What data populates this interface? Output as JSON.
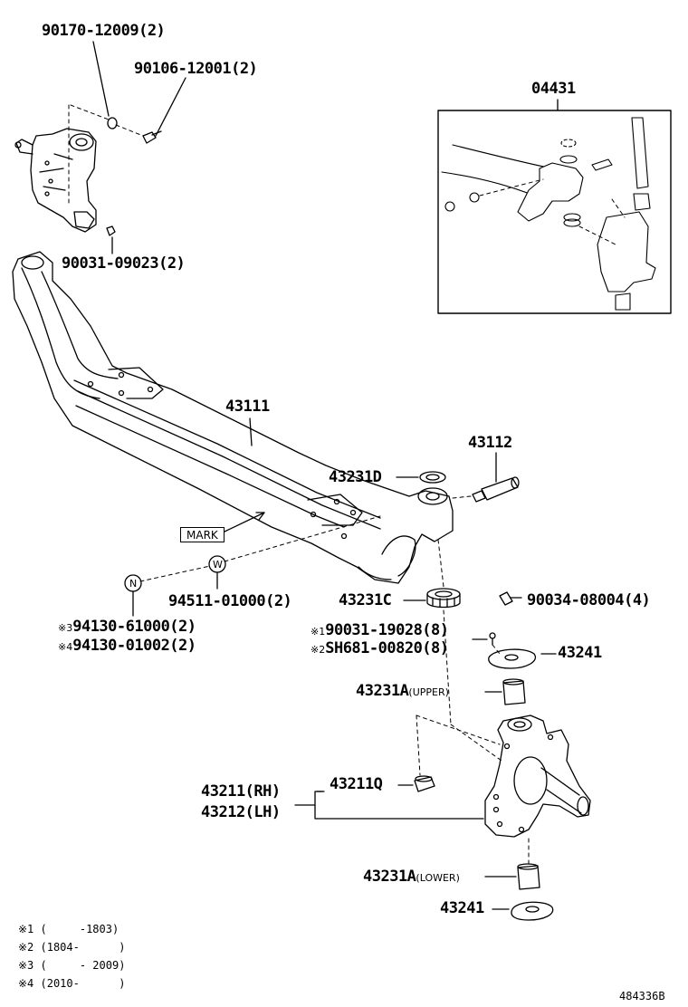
{
  "parts": {
    "p90170": "90170-12009(2)",
    "p90106": "90106-12001(2)",
    "p90031_a": "90031-09023(2)",
    "p04431": "04431",
    "p43111": "43111",
    "p43112": "43112",
    "p43231D": "43231D",
    "p43231C": "43231C",
    "p90034": "90034-08004(4)",
    "p94511": "94511-01000(2)",
    "p94130_a": "94130-61000(2)",
    "p94130_b": "94130-01002(2)",
    "p90031_b": "90031-19028(8)",
    "pSH681": "SH681-00820(8)",
    "p43241_a": "43241",
    "p43231A_u": "43231A",
    "upper": "(UPPER)",
    "p43211Q": "43211Q",
    "p43211": "43211(RH)",
    "p43212": "43212(LH)",
    "p43231A_l": "43231A",
    "lower": "(LOWER)",
    "p43241_b": "43241"
  },
  "callouts": {
    "mark": "MARK",
    "n": "N",
    "w": "W",
    "ref1": "※1",
    "ref2": "※2",
    "ref3": "※3",
    "ref4": "※4"
  },
  "notes": [
    "※1 (     -1803)",
    "※2 (1804-      )",
    "※3 (     - 2009)",
    "※4 (2010-      )"
  ],
  "drawing_id": "484336B"
}
